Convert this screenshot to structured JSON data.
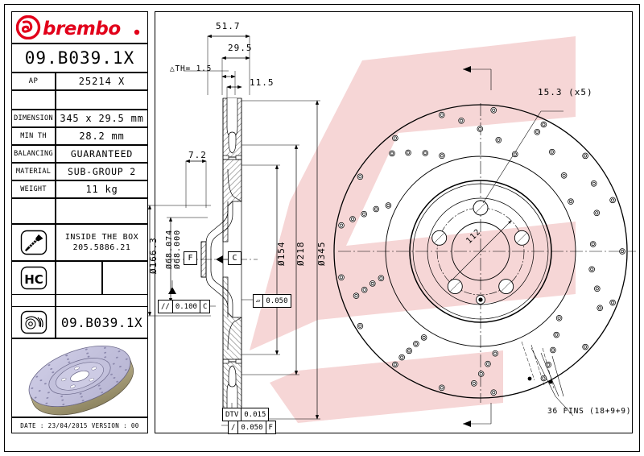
{
  "brand": {
    "name": "brembo",
    "color": "#E2001A"
  },
  "part": {
    "code": "09.B039.1X",
    "ap_label": "AP",
    "ap_value": "25214 X",
    "code_repeat": "09.B039.1X"
  },
  "specs": [
    {
      "label": "DIMENSION",
      "value": "345 x 29.5 mm"
    },
    {
      "label": "MIN TH",
      "value": "28.2 mm"
    },
    {
      "label": "BALANCING",
      "value": "GUARANTEED"
    },
    {
      "label": "MATERIAL",
      "value": "SUB-GROUP 2"
    },
    {
      "label": "WEIGHT",
      "value": "11 kg"
    }
  ],
  "accessory": {
    "icon": "screw-icon",
    "line1": "INSIDE THE BOX",
    "line2": "205.5886.21"
  },
  "badges": {
    "hc": "HC",
    "brake_icon": "brake-disc-wheel-icon"
  },
  "footer": {
    "text": "DATE : 23/04/2015 VERSION : 00"
  },
  "drawing": {
    "section": {
      "total_width": "51.7",
      "disc_width": "29.5",
      "vane_width": "11.5",
      "delta_th": "△TH= 1.5",
      "hat_offset": "7.2",
      "bore_dia": "Ø68.074\nØ68.000",
      "bore_dia_max": "Ø68.074",
      "bore_dia_min": "Ø68.000",
      "hat_dia": "Ø166.3",
      "inner_dia": "Ø154",
      "mid_dia": "Ø218",
      "outer_dia": "Ø345",
      "datum_f": "F",
      "datum_c": "C"
    },
    "tolerances": [
      {
        "symbol": "//",
        "value": "0.100",
        "datum": "C"
      },
      {
        "symbol": "▱",
        "value": "0.050",
        "datum": ""
      },
      {
        "symbol": "DTV",
        "value": "0.015",
        "datum": ""
      },
      {
        "symbol": "/",
        "value": "0.050",
        "datum": "F"
      }
    ],
    "face": {
      "bolt_hole_dia": "15.3 (x5)",
      "pcd": "112",
      "fins": "36 FINS (18+9+9)"
    }
  }
}
